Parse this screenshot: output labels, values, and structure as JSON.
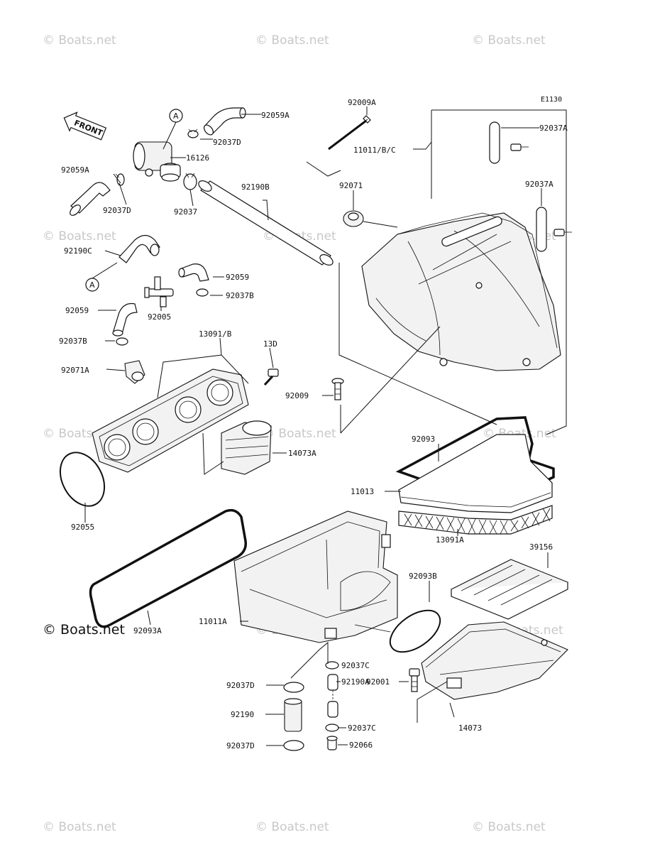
{
  "diagram_code": "E1130",
  "front_label": "FRONT",
  "ref_marker": "A",
  "watermarks": {
    "faint": "© Boats.net",
    "dark": "© Boats.net"
  },
  "parts": {
    "p92059A_top": "92059A",
    "p92037D_top": "92037D",
    "p16126": "16126",
    "p92059A_left": "92059A",
    "p92037D_left": "92037D",
    "p92037": "92037",
    "p92190B": "92190B",
    "p92009A": "92009A",
    "p11011BC": "11011/B/C",
    "p92071": "92071",
    "p92037A_1": "92037A",
    "p92037A_2": "92037A",
    "p92190C": "92190C",
    "p92059": "92059",
    "p92037B_1": "92037B",
    "p92059_left": "92059",
    "p92005": "92005",
    "p92037B_2": "92037B",
    "p13091B": "13091/B",
    "p13D": "13D",
    "p92071A": "92071A",
    "p92009": "92009",
    "p14073A": "14073A",
    "p92093": "92093",
    "p11013": "11013",
    "p13091A": "13091A",
    "p92055": "92055",
    "p39156": "39156",
    "p92093B": "92093B",
    "p11011A": "11011A",
    "p92093A": "92093A",
    "p92037C_1": "92037C",
    "p92037D_b1": "92037D",
    "p92190A": "92190A",
    "p92001": "92001",
    "p92190": "92190",
    "p92037C_2": "92037C",
    "p14073": "14073",
    "p92037D_b2": "92037D",
    "p92066": "92066"
  }
}
